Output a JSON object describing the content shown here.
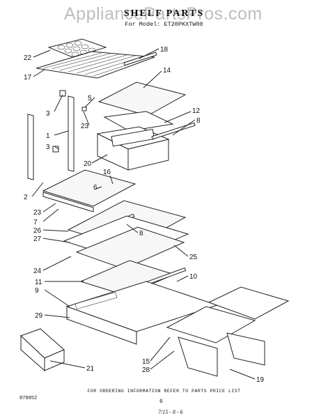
{
  "watermark": "AppliancePartsPros.com",
  "title": "SHELF PARTS",
  "subtitle": "For Model: ET20PKXTW00",
  "footer": "FOR ORDERING INFORMATION REFER TO PARTS PRICE LIST",
  "diagram_number": "879852",
  "page_number": "6",
  "date_mark": "7/15 - 8 - 6",
  "callouts": [
    "22",
    "18",
    "17",
    "14",
    "5",
    "3",
    "12",
    "8",
    "23",
    "1",
    "3",
    "20",
    "16",
    "6",
    "23",
    "7",
    "26",
    "27",
    "8",
    "24",
    "25",
    "11",
    "10",
    "9",
    "29",
    "21",
    "15",
    "28",
    "19",
    "2"
  ]
}
